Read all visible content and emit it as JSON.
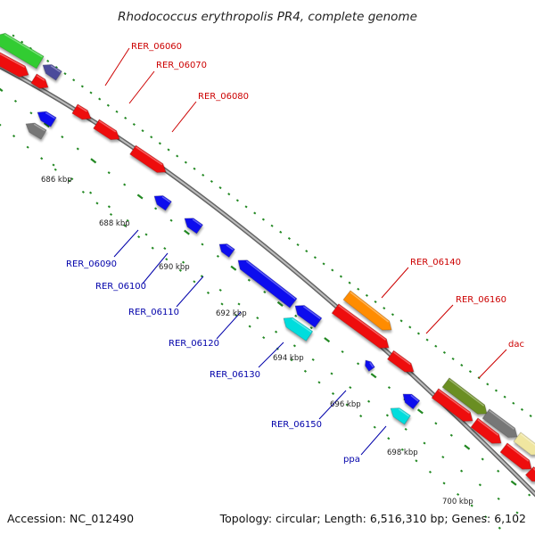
{
  "title": "Rhodococcus erythropolis PR4, complete genome",
  "footer": {
    "accession": "Accession: NC_012490",
    "summary": "Topology: circular; Length: 6,516,310 bp; Genes: 6,102"
  },
  "ticks": [
    "686 kbp",
    "688 kbp",
    "690 kbp",
    "692 kbp",
    "694 kbp",
    "696 kbp",
    "698 kbp",
    "700 kbp"
  ],
  "gene_labels": {
    "forward": [
      "RER_06060",
      "RER_06070",
      "RER_06080",
      "RER_06140",
      "RER_06160",
      "dac"
    ],
    "reverse": [
      "RER_06090",
      "RER_06100",
      "RER_06110",
      "RER_06120",
      "RER_06130",
      "RER_06150",
      "ppa"
    ]
  },
  "colors": {
    "forward_gene": "#ee1111",
    "reverse_gene": "#1111ee",
    "backbone": "#888888",
    "dots": "#228822",
    "orange": "#ff8c00",
    "cyan": "#00dddd",
    "green_bright": "#33cc33",
    "olive": "#6b8e23",
    "gray_feature": "#777777",
    "yellow_feature": "#f0e6a0",
    "slate_feature": "#4b4b9b"
  }
}
